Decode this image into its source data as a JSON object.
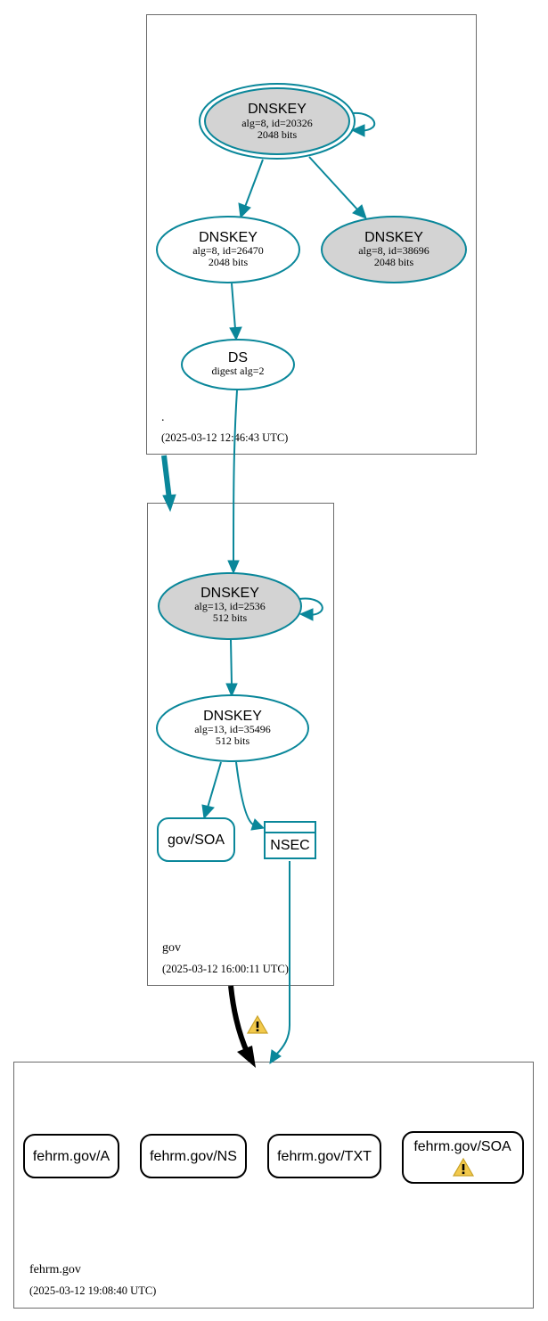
{
  "zones": {
    "root": {
      "name": ".",
      "timestamp": "(2025-03-12 12:46:43 UTC)"
    },
    "gov": {
      "name": "gov",
      "timestamp": "(2025-03-12 16:00:11 UTC)"
    },
    "fehrm": {
      "name": "fehrm.gov",
      "timestamp": "(2025-03-12 19:08:40 UTC)"
    }
  },
  "nodes": {
    "root_ksk": {
      "title": "DNSKEY",
      "line1": "alg=8, id=20326",
      "line2": "2048 bits"
    },
    "root_zsk": {
      "title": "DNSKEY",
      "line1": "alg=8, id=26470",
      "line2": "2048 bits"
    },
    "root_key3": {
      "title": "DNSKEY",
      "line1": "alg=8, id=38696",
      "line2": "2048 bits"
    },
    "root_ds": {
      "title": "DS",
      "line1": "digest alg=2"
    },
    "gov_ksk": {
      "title": "DNSKEY",
      "line1": "alg=13, id=2536",
      "line2": "512 bits"
    },
    "gov_zsk": {
      "title": "DNSKEY",
      "line1": "alg=13, id=35496",
      "line2": "512 bits"
    },
    "gov_soa": {
      "label": "gov/SOA"
    },
    "gov_nsec": {
      "label": "NSEC"
    }
  },
  "records": {
    "a": {
      "label": "fehrm.gov/A"
    },
    "ns": {
      "label": "fehrm.gov/NS"
    },
    "txt": {
      "label": "fehrm.gov/TXT"
    },
    "soa": {
      "label": "fehrm.gov/SOA"
    }
  },
  "colors": {
    "edge": "#0a879a",
    "secure_key_fill": "#d3d3d3",
    "insecure_delegation": "#000000",
    "warning": "#f2c94c"
  },
  "icons": {
    "warning": "warning-icon"
  }
}
